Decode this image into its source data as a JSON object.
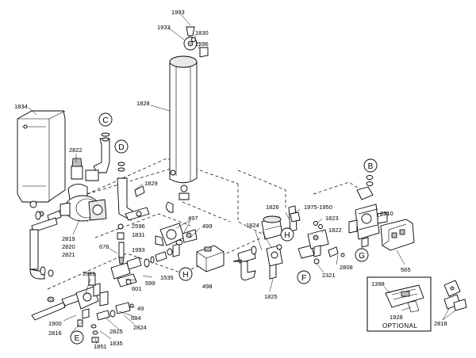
{
  "callouts": {
    "c1993a": "1993",
    "c1933": "1933",
    "c1830": "1830",
    "c2596a": "2596",
    "c1828": "1828",
    "c1834": "1834",
    "c2822": "2822",
    "c1829": "1829",
    "c2596b": "2596",
    "c1831": "1831",
    "c1993b": "1993",
    "c676": "676",
    "c2819": "2819",
    "c2820": "2820",
    "c2821": "2821",
    "c497": "497",
    "c499": "499",
    "c1535": "1535",
    "c599": "599",
    "c601": "601",
    "c498": "498",
    "c2811": "2811",
    "c49": "49",
    "c684": "684",
    "c2824": "2824",
    "c2825": "2825",
    "c1900": "1900",
    "c2816": "2816",
    "c1851": "1851",
    "c1835": "1835",
    "c1826": "1826",
    "c1975": "1975-1950",
    "c1824": "1824",
    "c1823": "1823",
    "c1822": "1822",
    "c2310": "2310",
    "c2321": "2321",
    "c2808": "2808",
    "c1825": "1825",
    "c565": "565",
    "c1398": "1398",
    "c1928": "1928",
    "c2818": "2818"
  },
  "markers": {
    "C": "C",
    "D": "D",
    "H1": "H",
    "H2": "H",
    "E": "E",
    "F": "F",
    "B": "B",
    "G": "G"
  },
  "optional_label": "OPTIONAL"
}
